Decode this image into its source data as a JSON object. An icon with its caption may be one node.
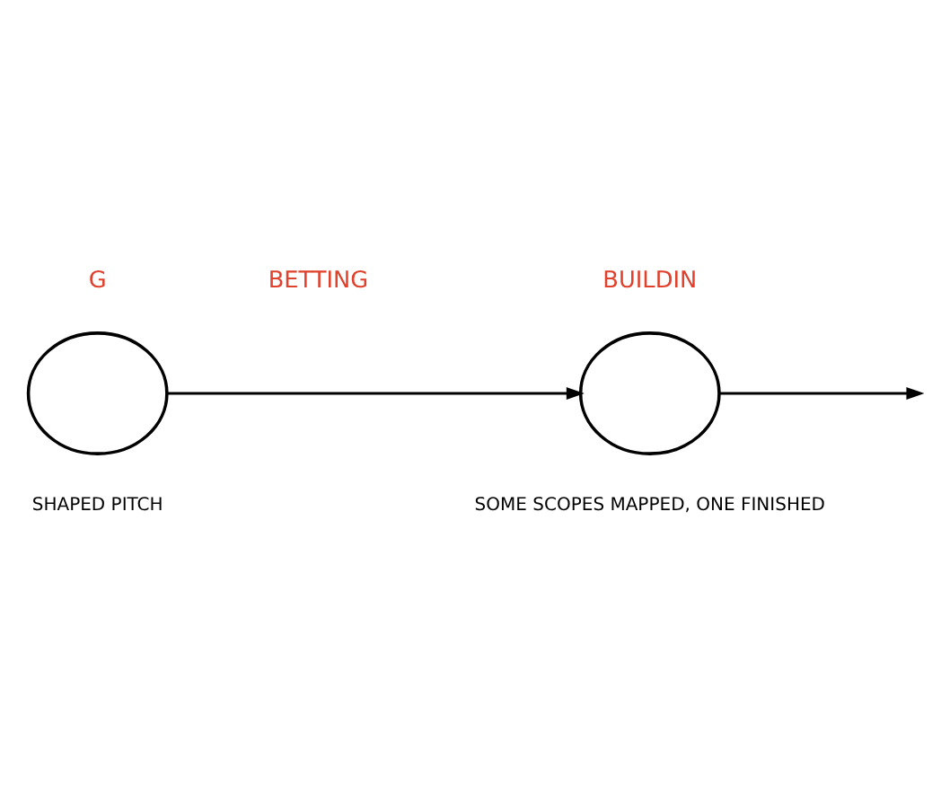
{
  "diagram": {
    "nodes": [
      {
        "text": [],
        "shape": "circle",
        "beside": [
          "SHAPED PITCH"
        ]
      },
      {
        "text": [],
        "shape": "circle",
        "beside": [
          "SOME SCOPES MAPPED, ONE FINISHED"
        ]
      }
    ],
    "edges": [
      {
        "from": 0,
        "to": 1,
        "arrow": "to"
      },
      {
        "from": 1,
        "to": null,
        "arrow": "to"
      }
    ],
    "labels": [
      "G",
      "BETTING",
      "BUILDIN"
    ]
  }
}
